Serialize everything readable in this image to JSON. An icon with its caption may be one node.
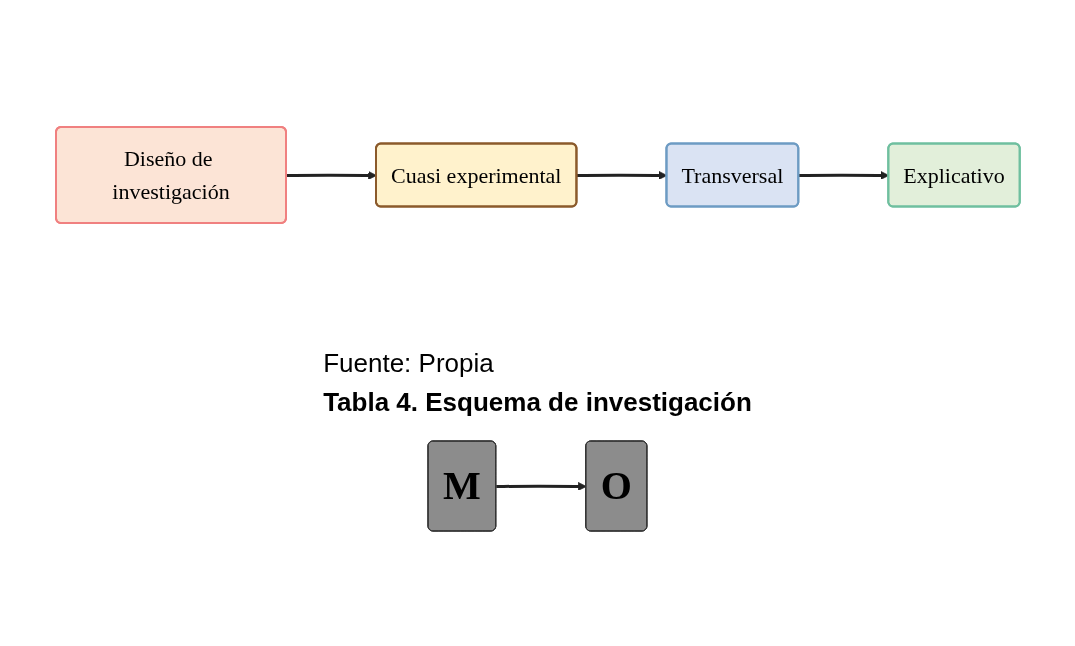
{
  "diagram": {
    "nodes": [
      {
        "text": [
          "Diseño de investigación"
        ]
      },
      {
        "text": [
          "Cuasi experimental"
        ]
      },
      {
        "text": [
          "Transversal"
        ]
      },
      {
        "text": [
          "Explicativo"
        ]
      },
      {
        "text": [
          "M"
        ]
      },
      {
        "text": [
          "O"
        ]
      }
    ],
    "edges": [
      {
        "from": 0,
        "to": 1,
        "arrow": "to"
      },
      {
        "from": 1,
        "to": 2,
        "arrow": "to"
      },
      {
        "from": 2,
        "to": 3,
        "arrow": "to"
      },
      {
        "from": 4,
        "to": 5,
        "arrow": "to"
      }
    ],
    "labels": [
      "Fuente: Propia",
      "Tabla 4. Esquema de investigación"
    ]
  }
}
